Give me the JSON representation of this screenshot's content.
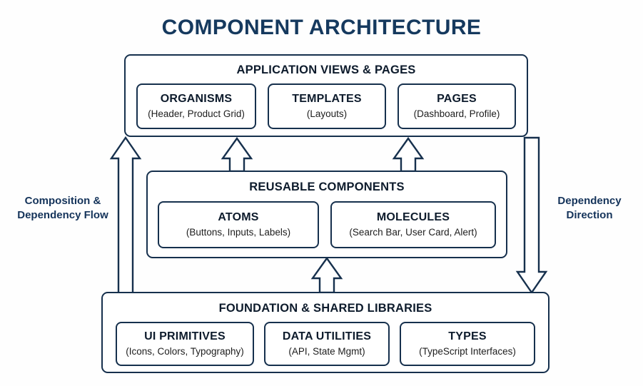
{
  "title": "COMPONENT ARCHITECTURE",
  "side_labels": {
    "left": "Composition &\nDependency Flow",
    "left_line1": "Composition &",
    "left_line2": "Dependency Flow",
    "right_line1": "Dependency",
    "right_line2": "Direction"
  },
  "colors": {
    "title": "#15395e",
    "border": "#16304d",
    "header_text": "#0d1b2c",
    "sub_text": "#1d1d1d",
    "label_text": "#14335a",
    "background": "#fefefe",
    "box_fill": "#ffffff"
  },
  "tiers": [
    {
      "id": "application-views",
      "header": "APPLICATION VIEWS & PAGES",
      "cards": [
        {
          "title": "ORGANISMS",
          "sub": "(Header, Product Grid)"
        },
        {
          "title": "TEMPLATES",
          "sub": "(Layouts)"
        },
        {
          "title": "PAGES",
          "sub": "(Dashboard, Profile)"
        }
      ]
    },
    {
      "id": "reusable-components",
      "header": "REUSABLE COMPONENTS",
      "cards": [
        {
          "title": "ATOMS",
          "sub": "(Buttons, Inputs, Labels)"
        },
        {
          "title": "MOLECULES",
          "sub": "(Search Bar, User Card, Alert)"
        }
      ]
    },
    {
      "id": "foundation-shared-libraries",
      "header": "FOUNDATION & SHARED LIBRARIES",
      "cards": [
        {
          "title": "UI PRIMITIVES",
          "sub": "(Icons, Colors, Typography)"
        },
        {
          "title": "DATA UTILITIES",
          "sub": "(API, State Mgmt)"
        },
        {
          "title": "TYPES",
          "sub": "(TypeScript Interfaces)"
        }
      ]
    }
  ],
  "arrows": [
    {
      "name": "foundation-to-application",
      "direction": "up"
    },
    {
      "name": "reusable-to-application-left",
      "direction": "up"
    },
    {
      "name": "reusable-to-application-center",
      "direction": "up"
    },
    {
      "name": "reusable-to-application-right",
      "direction": "up"
    },
    {
      "name": "foundation-to-reusable",
      "direction": "up"
    },
    {
      "name": "application-to-foundation",
      "direction": "down"
    }
  ]
}
